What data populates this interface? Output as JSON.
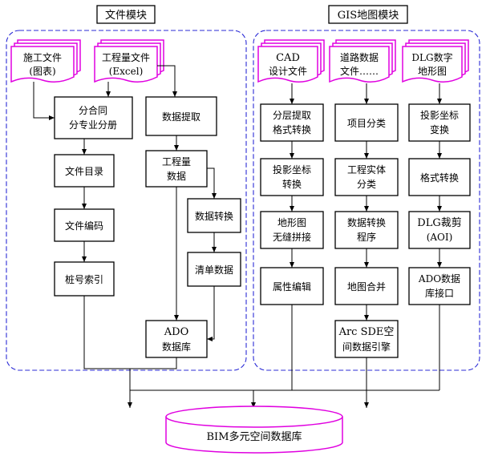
{
  "colors": {
    "panel_border": "#2b2bd6",
    "document_outline": "#e000e0",
    "line": "#000000",
    "box_fill": "#ffffff"
  },
  "panels": {
    "file_module": {
      "title": "文件模块"
    },
    "gis_module": {
      "title": "GIS地图模块"
    }
  },
  "file_module": {
    "docs": {
      "construction": [
        "施工文件",
        "(图表)"
      ],
      "quantity": [
        "工程量文件",
        "(Excel)"
      ]
    },
    "boxes": {
      "contract_split": [
        "分合同",
        "分专业分册"
      ],
      "file_catalog": [
        "文件目录"
      ],
      "file_encoding": [
        "文件编码"
      ],
      "station_index": [
        "桩号索引"
      ],
      "data_extract": [
        "数据提取"
      ],
      "quantity_data": [
        "工程量",
        "数据"
      ],
      "data_convert": [
        "数据转换"
      ],
      "bill_data": [
        "清单数据"
      ],
      "ado_db": [
        "ADO",
        "数据库"
      ]
    }
  },
  "gis_module": {
    "docs": {
      "cad": [
        "CAD",
        "设计文件"
      ],
      "road": [
        "道路数据",
        "文件……"
      ],
      "dlg": [
        "DLG数字",
        "地形图"
      ]
    },
    "boxes": {
      "layer_extract": [
        "分层提取",
        "格式转换"
      ],
      "proj_convert_1": [
        "投影坐标",
        "转换"
      ],
      "seamless_mosaic": [
        "地形图",
        "无缝拼接"
      ],
      "attr_edit": [
        "属性编辑"
      ],
      "item_classify": [
        "项目分类"
      ],
      "entity_classify": [
        "工程实体",
        "分类"
      ],
      "data_convert_prog": [
        "数据转换",
        "程序"
      ],
      "map_merge": [
        "地图合并"
      ],
      "arcsde": [
        "Arc SDE空",
        "间数据引擎"
      ],
      "proj_convert_2": [
        "投影坐标",
        "变换"
      ],
      "format_convert": [
        "格式转换"
      ],
      "dlg_clip": [
        "DLG裁剪",
        "(AOI)"
      ],
      "ado_interface": [
        "ADO数据",
        "库接口"
      ]
    }
  },
  "database": {
    "label": "BIM多元空间数据库"
  }
}
